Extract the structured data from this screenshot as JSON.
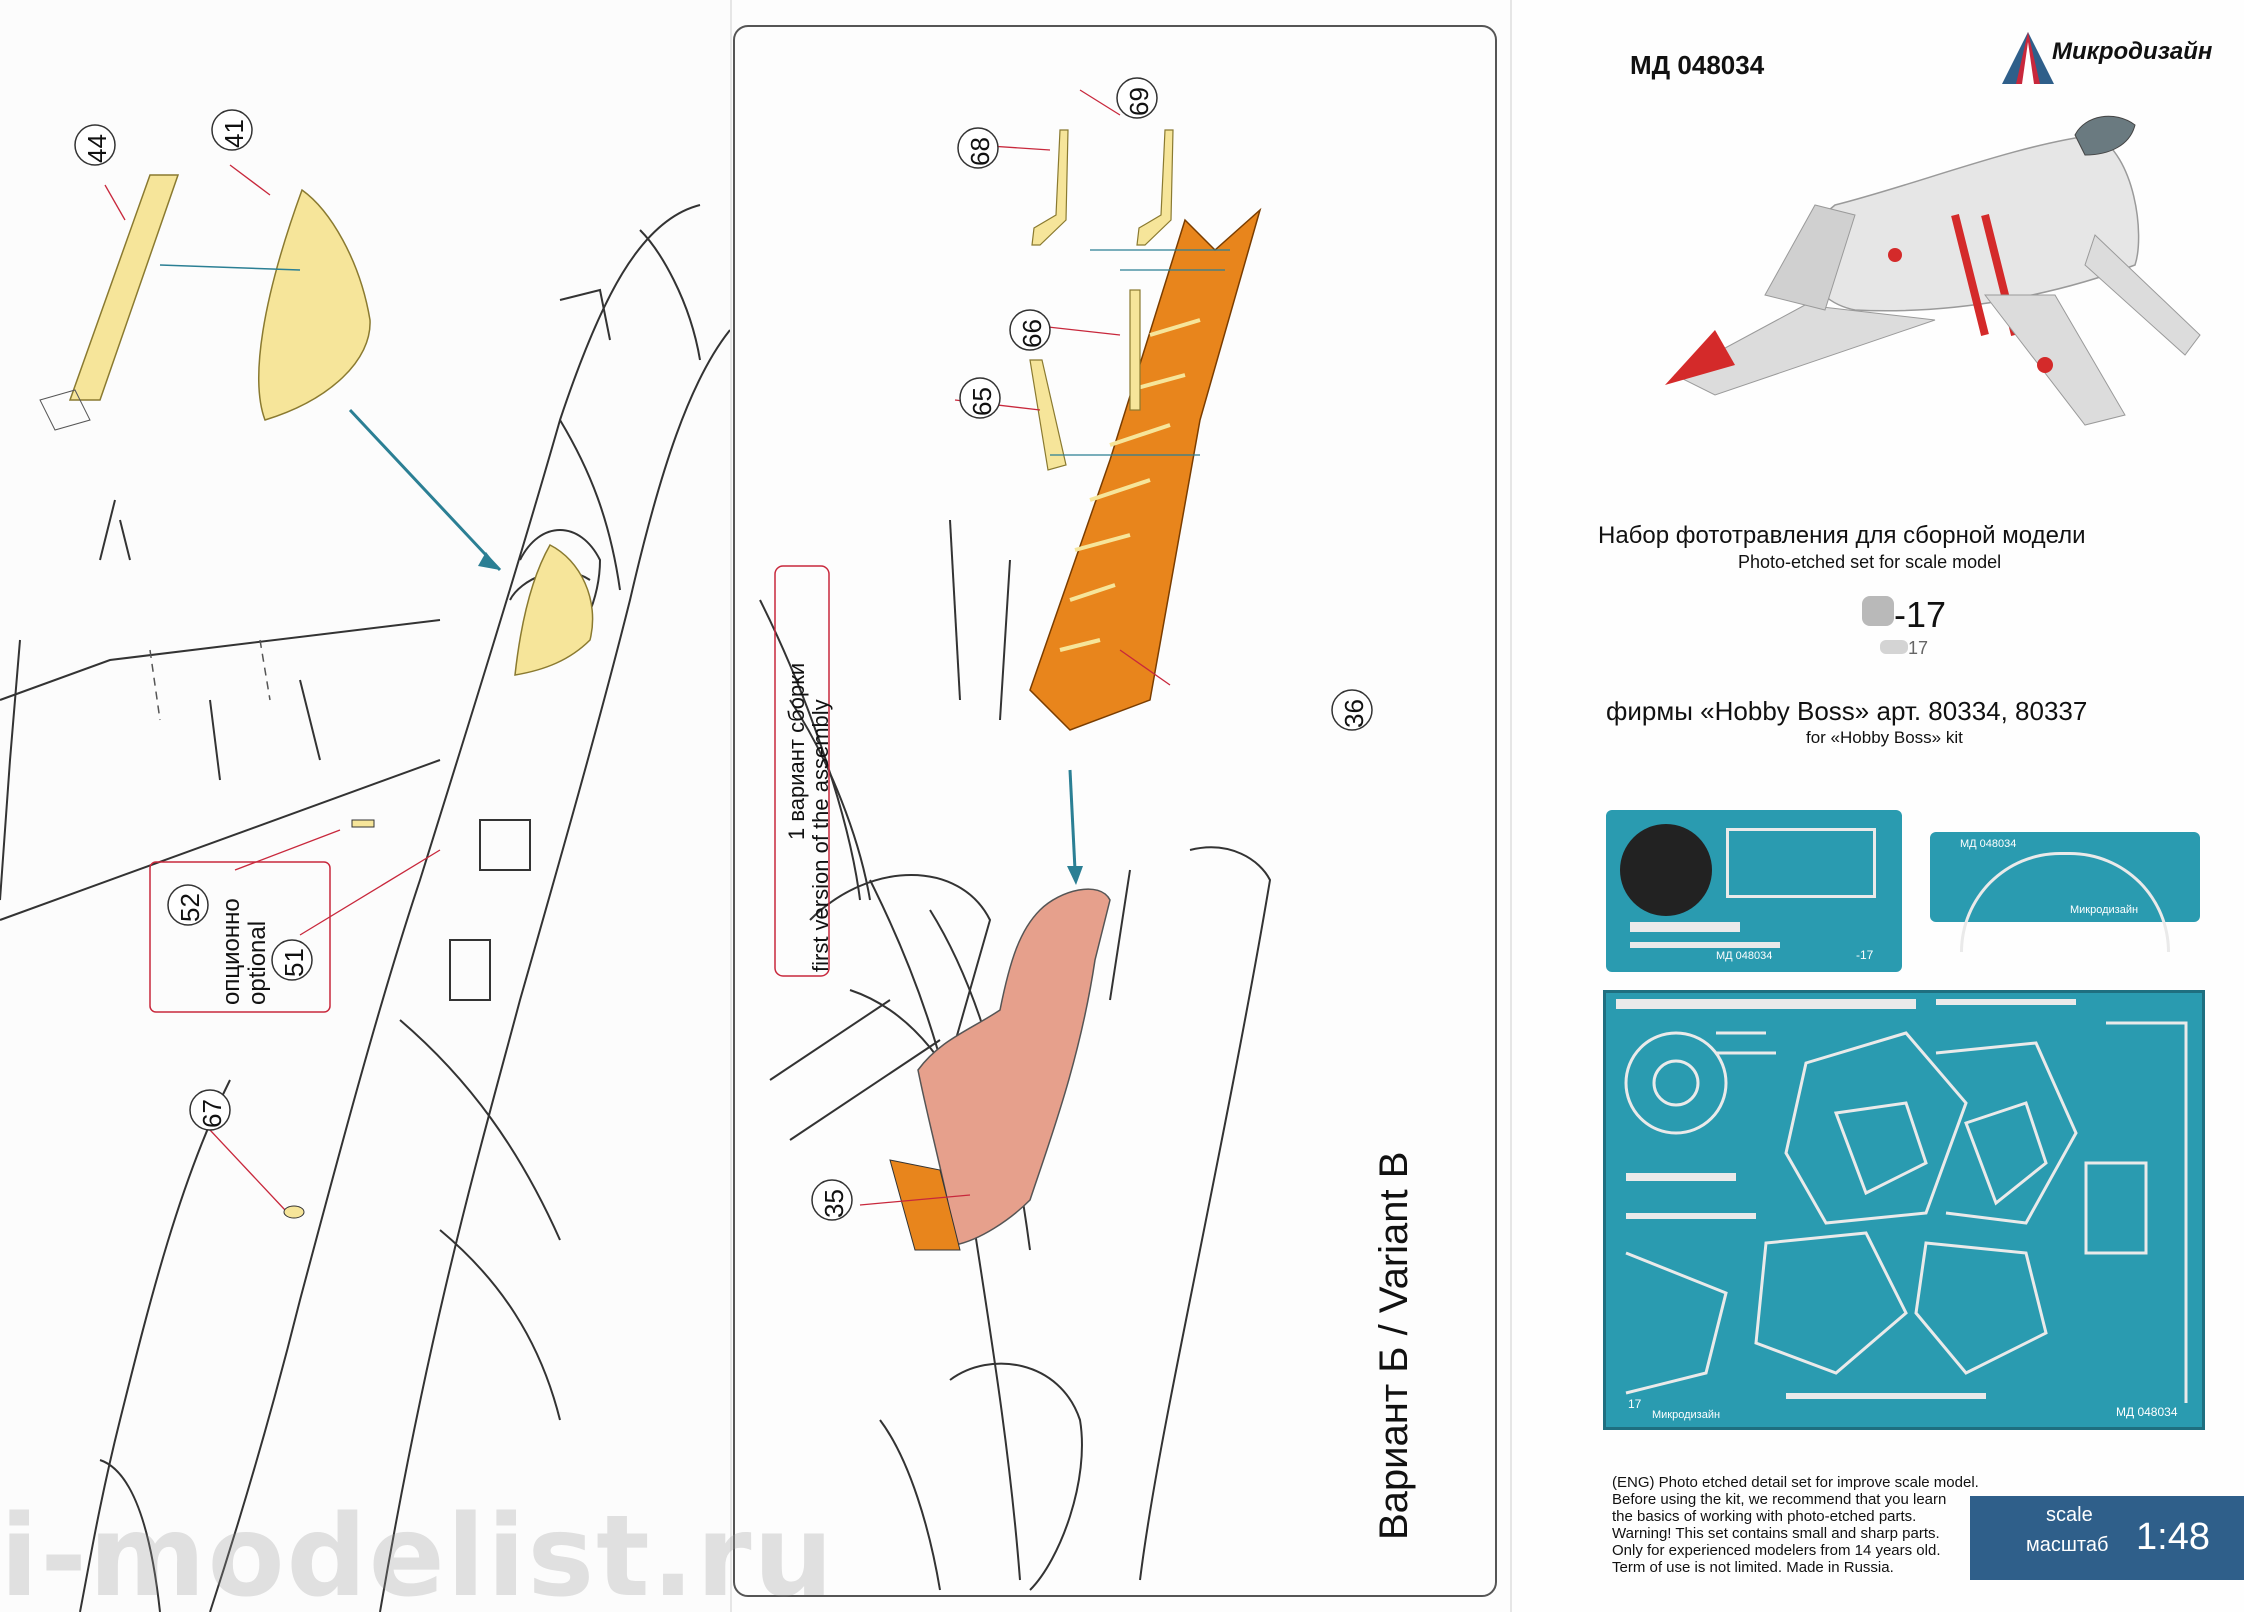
{
  "header": {
    "code": "МД 048034",
    "brand": "Микродизайн"
  },
  "title": {
    "ru": "Набор фототравления для сборной модели",
    "en": "Photo-etched set for scale model",
    "model_big": "-17",
    "model_small": "17",
    "firm_ru": "фирмы «Hobby Boss» арт. 80334, 80337",
    "firm_en": "for «Hobby Boss» kit"
  },
  "fret_small": {
    "code": "МД 048034",
    "model": "-17",
    "brand": "Микродизайн"
  },
  "fret_large": {
    "code": "МД 048034",
    "model": "17",
    "brand": "Микродизайн"
  },
  "panel1": {
    "callouts": [
      "44",
      "41",
      "52",
      "51",
      "67"
    ],
    "optional_ru": "опционно",
    "optional_en": "optional"
  },
  "panel2": {
    "callouts": [
      "69",
      "68",
      "66",
      "65",
      "36",
      "35"
    ],
    "variant_label": "Вариант Б / Variant B",
    "assembly_ru": "1 вариант сборки",
    "assembly_en": "first version of the assembly"
  },
  "notes": {
    "line1": "(ENG) Photo etched detail set for improve scale model.",
    "line2": "Before using the kit, we recommend that you learn",
    "line3": "the basics of working with photo-etched parts.",
    "line4": "Warning! This set contains small and sharp parts.",
    "line5": "Only for experienced modelers from 14 years old.",
    "line6": "Term of use is not limited. Made in Russia."
  },
  "scale": {
    "label_en": "scale",
    "label_ru": "масштаб",
    "value": "1:48"
  },
  "watermark": "i-modelist.ru",
  "colors": {
    "part_yellow": "#f6e59a",
    "part_orange": "#e8851c",
    "part_pink": "#e6a08c",
    "fret_teal": "#2a9bb0",
    "arrow_teal": "#2b7f94",
    "leader_red": "#c8283c",
    "scale_blue": "#2f5f8a"
  }
}
